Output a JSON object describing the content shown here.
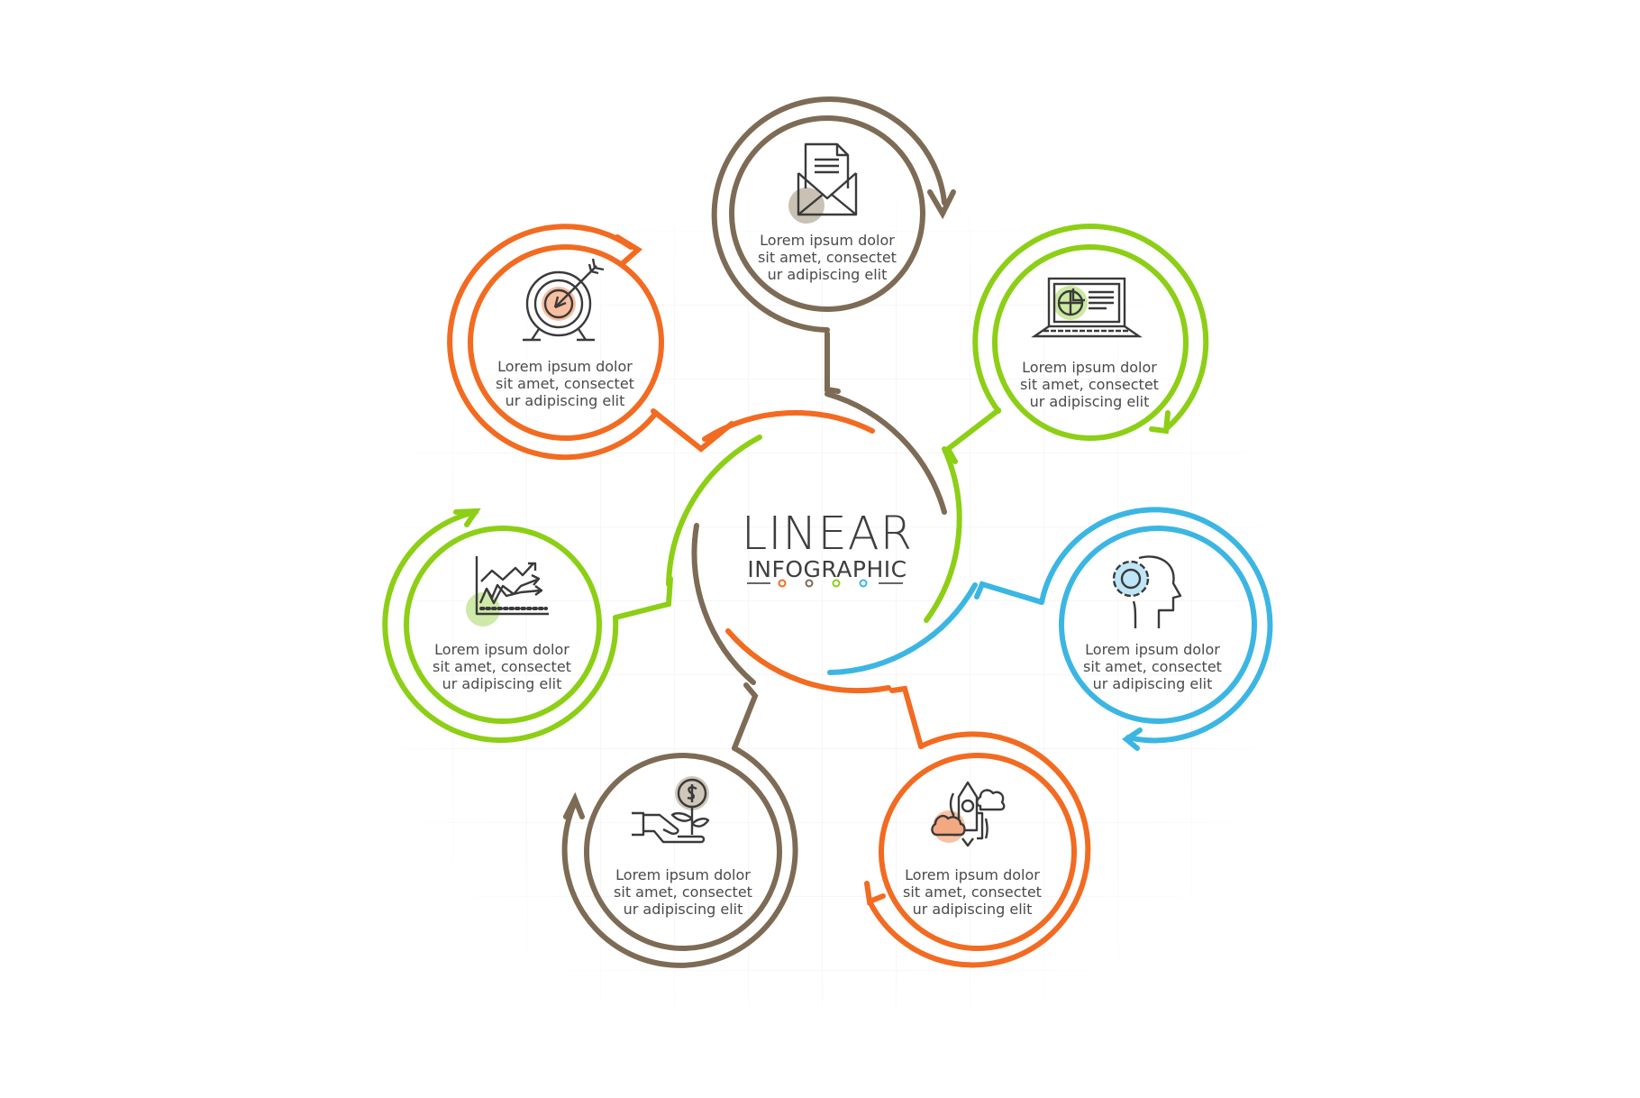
{
  "title": {
    "line1": "LINEAR",
    "line2": "INFOGRAPHIC"
  },
  "colors": {
    "orange": "#f26b21",
    "brown": "#7d6b55",
    "green": "#8ccf15",
    "blue": "#3bb6e3",
    "icon_stroke": "#3a3a3a",
    "text": "#4a4a4a",
    "grid": "#ececec"
  },
  "title_dots": [
    "#f26b21",
    "#7d6b55",
    "#8ccf15",
    "#3bb6e3"
  ],
  "nodes": [
    {
      "id": "top",
      "color": "brown",
      "icon": "envelope-document-icon",
      "lines": [
        "Lorem ipsum dolor",
        "sit amet, consectet",
        "ur adipiscing elit"
      ]
    },
    {
      "id": "top-right",
      "color": "green",
      "icon": "laptop-chart-icon",
      "lines": [
        "Lorem ipsum dolor",
        "sit amet, consectet",
        "ur adipiscing elit"
      ]
    },
    {
      "id": "right",
      "color": "blue",
      "icon": "head-gear-icon",
      "lines": [
        "Lorem ipsum dolor",
        "sit amet, consectet",
        "ur adipiscing elit"
      ]
    },
    {
      "id": "bottom-right",
      "color": "orange",
      "icon": "rocket-clouds-icon",
      "lines": [
        "Lorem ipsum dolor",
        "sit amet, consectet",
        "ur adipiscing elit"
      ]
    },
    {
      "id": "bottom-left",
      "color": "brown",
      "icon": "hand-money-plant-icon",
      "lines": [
        "Lorem ipsum dolor",
        "sit amet, consectet",
        "ur adipiscing elit"
      ]
    },
    {
      "id": "left",
      "color": "green",
      "icon": "growth-chart-icon",
      "lines": [
        "Lorem ipsum dolor",
        "sit amet, consectet",
        "ur adipiscing elit"
      ]
    },
    {
      "id": "top-left",
      "color": "orange",
      "icon": "target-arrow-icon",
      "lines": [
        "Lorem ipsum dolor",
        "sit amet, consectet",
        "ur adipiscing elit"
      ]
    }
  ]
}
